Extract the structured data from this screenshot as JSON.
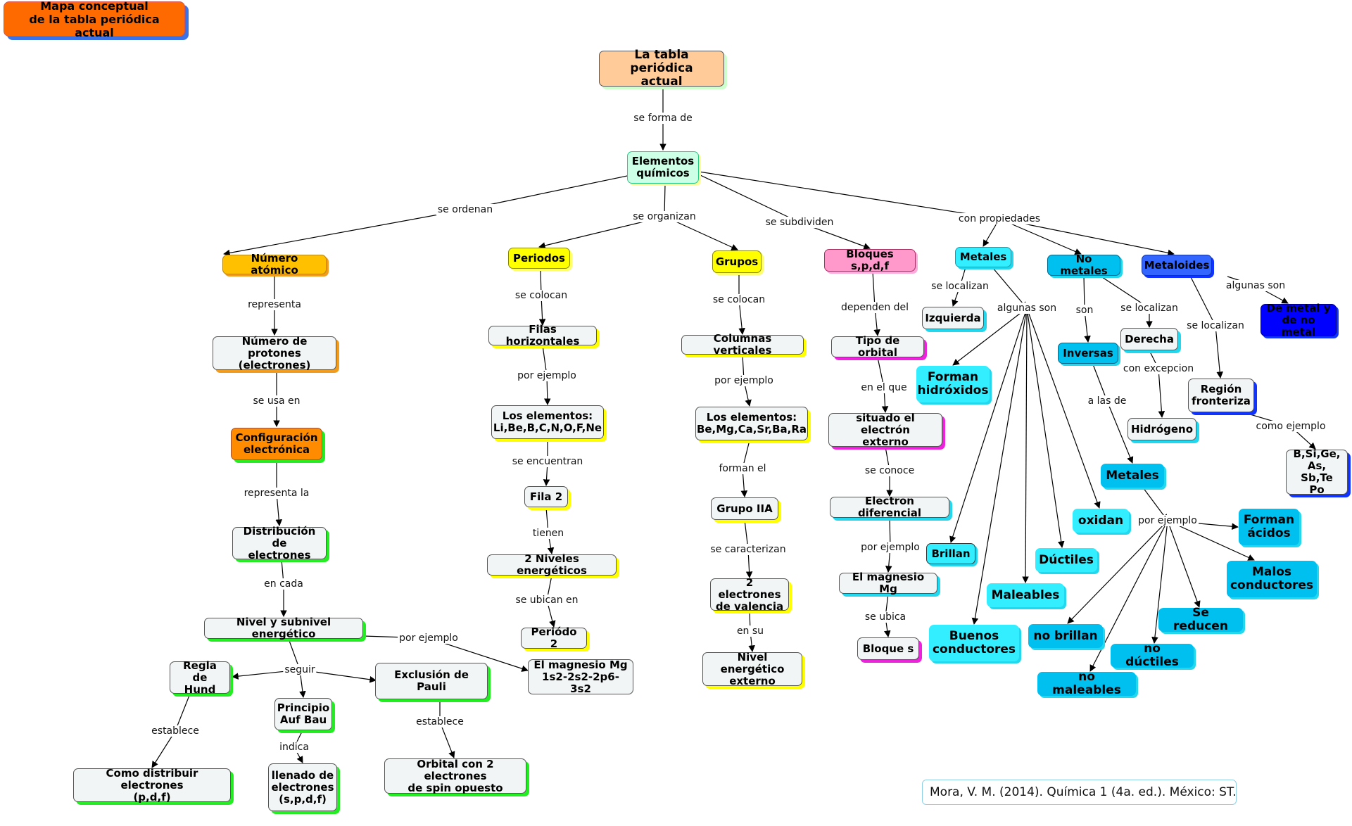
{
  "title": "Mapa conceptual\nde la tabla periódica actual",
  "reference": "Mora, V. M. (2014). Química 1 (4a. ed.). México: ST.",
  "colors": {
    "title_fill": "#ff6a00",
    "title_shadow": "#3b72e6",
    "root_fill": "#ffcc99",
    "elementos_fill": "#ccffe6",
    "orange_fill": "#ffc000",
    "orange_dark_fill": "#ff8c00",
    "yellow_fill": "#ffff00",
    "pink_fill": "#ff99cc",
    "cyan_fill": "#33eeff",
    "lightblue_fill": "#00c0f0",
    "metaloides_fill": "#3366ff",
    "blue_fill": "#0000ff",
    "white_fill": "#f2f5f5",
    "shadow_orange": "#f39b1a",
    "shadow_green": "#22ee22",
    "shadow_yellow": "#ffff00",
    "shadow_magenta": "#ee22dd",
    "shadow_cyan": "#22d8ee",
    "shadow_blue": "#1133ff"
  },
  "nodes": {
    "tabla": "La tabla periódica\nactual",
    "elementos": "Elementos\nquímicos",
    "numero_atomico": "Número atómico",
    "numero_protones": "Número de protones\n(electrones)",
    "configuracion": "Configuración\nelectrónica",
    "distribucion": "Distribución de\nelectrones",
    "nivel_subnivel": "Nivel y subnivel energético",
    "regla_hund": "Regla de\nHund",
    "principio_aufbau": "Principio\nAuf Bau",
    "exclusion_pauli": "Exclusión de Pauli",
    "como_distribuir": "Como distribuir electrones\n(p,d,f)",
    "llenado": "llenado de\nelectrones\n(s,p,d,f)",
    "orbital_2e": "Orbital con 2 electrones\nde spin opuesto",
    "mg_config": "El magnesio Mg\n1s2-2s2-2p6-3s2",
    "periodos": "Periodos",
    "filas": "Filas horizontales",
    "elementos_li": "Los elementos:\nLi,Be,B,C,N,O,F,Ne",
    "fila2": "Fila 2",
    "niveles2": "2 Niveles energéticos",
    "periodo2": "Periódo 2",
    "grupos": "Grupos",
    "columnas": "Columnas verticales",
    "elementos_be": "Los elementos:\nBe,Mg,Ca,Sr,Ba,Ra",
    "grupo_iia": "Grupo IIA",
    "electrones_valencia": "2 electrones\nde valencia",
    "nivel_externo": "Nivel energético\nexterno",
    "bloques": "Bloques s,p,d,f",
    "tipo_orbital": "Tipo de orbital",
    "situado": "situado el electrón\nexterno",
    "electron_dif": "Electron diferencial",
    "magnesio": "El magnesio Mg",
    "bloque_s": "Bloque s",
    "metales": "Metales",
    "izquierda": "Izquierda",
    "forman_hidroxidos": "Forman\nhidróxidos",
    "brillan": "Brillan",
    "buenos_conductores": "Buenos\nconductores",
    "maleables": "Maleables",
    "ductiles": "Dúctiles",
    "oxidan": "oxidan",
    "no_metales": "No metales",
    "inversas": "Inversas",
    "derecha": "Derecha",
    "hidrogeno": "Hidrógeno",
    "metales2": "Metales",
    "forman_acidos": "Forman\nácidos",
    "malos_conductores": "Malos\nconductores",
    "se_reducen": "Se reducen",
    "no_ductiles": "no dúctiles",
    "no_brillan": "no brillan",
    "no_maleables": "no maleables",
    "metaloides": "Metaloides",
    "region": "Región\nfronteriza",
    "bsige": "B,Si,Ge,\nAs, Sb,Te\nPo",
    "de_metal": "De metal y\nde no metal"
  },
  "links": {
    "se_forma_de": "se forma de",
    "se_ordenan": "se ordenan",
    "se_organizan": "se organizan",
    "se_subdividen": "se subdividen",
    "con_propiedades": "con propiedades",
    "representa": "representa",
    "se_usa_en": "se usa en",
    "representa_la": "representa la",
    "en_cada": "en cada",
    "por_ejemplo_mg": "por ejemplo",
    "seguir": "seguir",
    "establece_hund": "establece",
    "indica": "indica",
    "establece_pauli": "establece",
    "se_colocan_p": "se colocan",
    "por_ejemplo_p": "por ejemplo",
    "se_encuentran": "se encuentran",
    "tienen": "tienen",
    "se_ubican_en": "se ubican en",
    "se_colocan_g": "se colocan",
    "por_ejemplo_g": "por ejemplo",
    "forman_el": "forman el",
    "se_caracterizan": "se caracterizan",
    "en_su": "en su",
    "dependen_del": "dependen del",
    "en_el_que": "en el que",
    "se_conoce": "se conoce",
    "por_ejemplo_b": "por ejemplo",
    "se_ubica": "se ubica",
    "se_localizan_m": "se localizan",
    "algunas_son_m": "algunas son",
    "son": "son",
    "se_localizan_nm": "se localizan",
    "con_excepcion": "con excepcion",
    "a_las_de": "a las de",
    "por_ejemplo_nm": "por ejemplo",
    "algunas_son_ml": "algunas son",
    "se_localizan_ml": "se localizan",
    "como_ejemplo": "como ejemplo"
  }
}
